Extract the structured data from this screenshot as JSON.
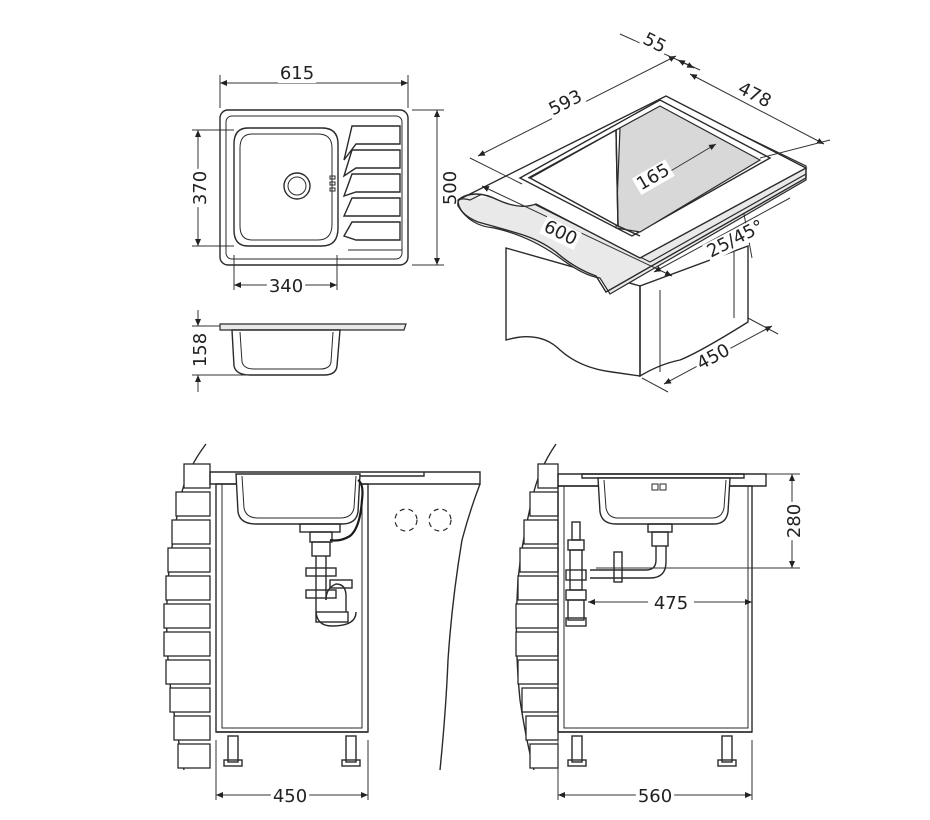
{
  "dimensions": {
    "top_width": "615",
    "top_height": "500",
    "bowl_height": "370",
    "bowl_width": "340",
    "depth": "158",
    "cutout_length": "593",
    "rim": "55",
    "cutout_depth": "478",
    "corner_gap": "165",
    "cabinet_width_iso": "600",
    "radius": "25/45°",
    "cabinet_depth_iso": "450",
    "cabinet_width_front": "450",
    "cabinet_width_side": "560",
    "outlet_height": "280",
    "outlet_distance": "475"
  },
  "colors": {
    "line": "#2a2a2a",
    "fill_light": "#e9e9e9",
    "fill_mid": "#d8d8d8",
    "background": "#ffffff"
  }
}
